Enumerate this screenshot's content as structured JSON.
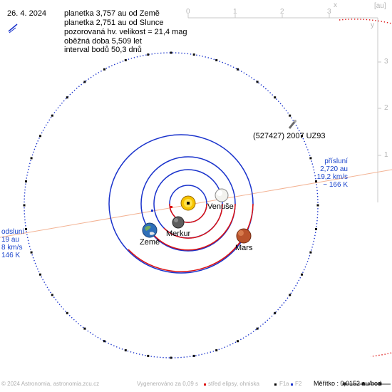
{
  "date": "26. 4. 2024",
  "info_lines": [
    "planetka 3,757 au od Země",
    "planetka 2,751 au od Slunce",
    "pozorovaná hv. velikost = 21,4 mag",
    "oběžná doba 5,509 let",
    "interval bodů 50,3 dnů"
  ],
  "axis": {
    "unit_label": "[au]",
    "x_label": "x",
    "y_label": "y",
    "x_ticks": [
      "0",
      "1",
      "2",
      "3"
    ],
    "y_ticks": [
      "3",
      "2",
      "1"
    ]
  },
  "asteroid_label": "(527427) 2007 UZ93",
  "perihelion": {
    "title": "přísluní",
    "distance": "2,720 au",
    "speed": "19,2 km/s",
    "temperature": "~ 166 K"
  },
  "aphelion": {
    "title": "odsluní",
    "distance": "19 au",
    "speed": "8 km/s",
    "temperature": "146 K"
  },
  "planets": {
    "venus": "Venuše",
    "mercury": "Merkur",
    "earth": "Země",
    "mars": "Mars"
  },
  "footer": {
    "copyright": "© 2024 Astronomia, astronomia.zcu.cz",
    "generated": "Vygenerováno za 0,09 s",
    "legend_center": "střed elipsy, ohniska",
    "legend_f1": "F1",
    "legend_a": "a",
    "legend_f2": "F2",
    "scale": "Měřítko : 0,0152 au/bod"
  },
  "colors": {
    "orbit_above": "#1a33cc",
    "orbit_below": "#dd1111",
    "apsis_line": "#f3b394",
    "axis": "#c8c8c8",
    "label_blue": "#1a44cc"
  }
}
